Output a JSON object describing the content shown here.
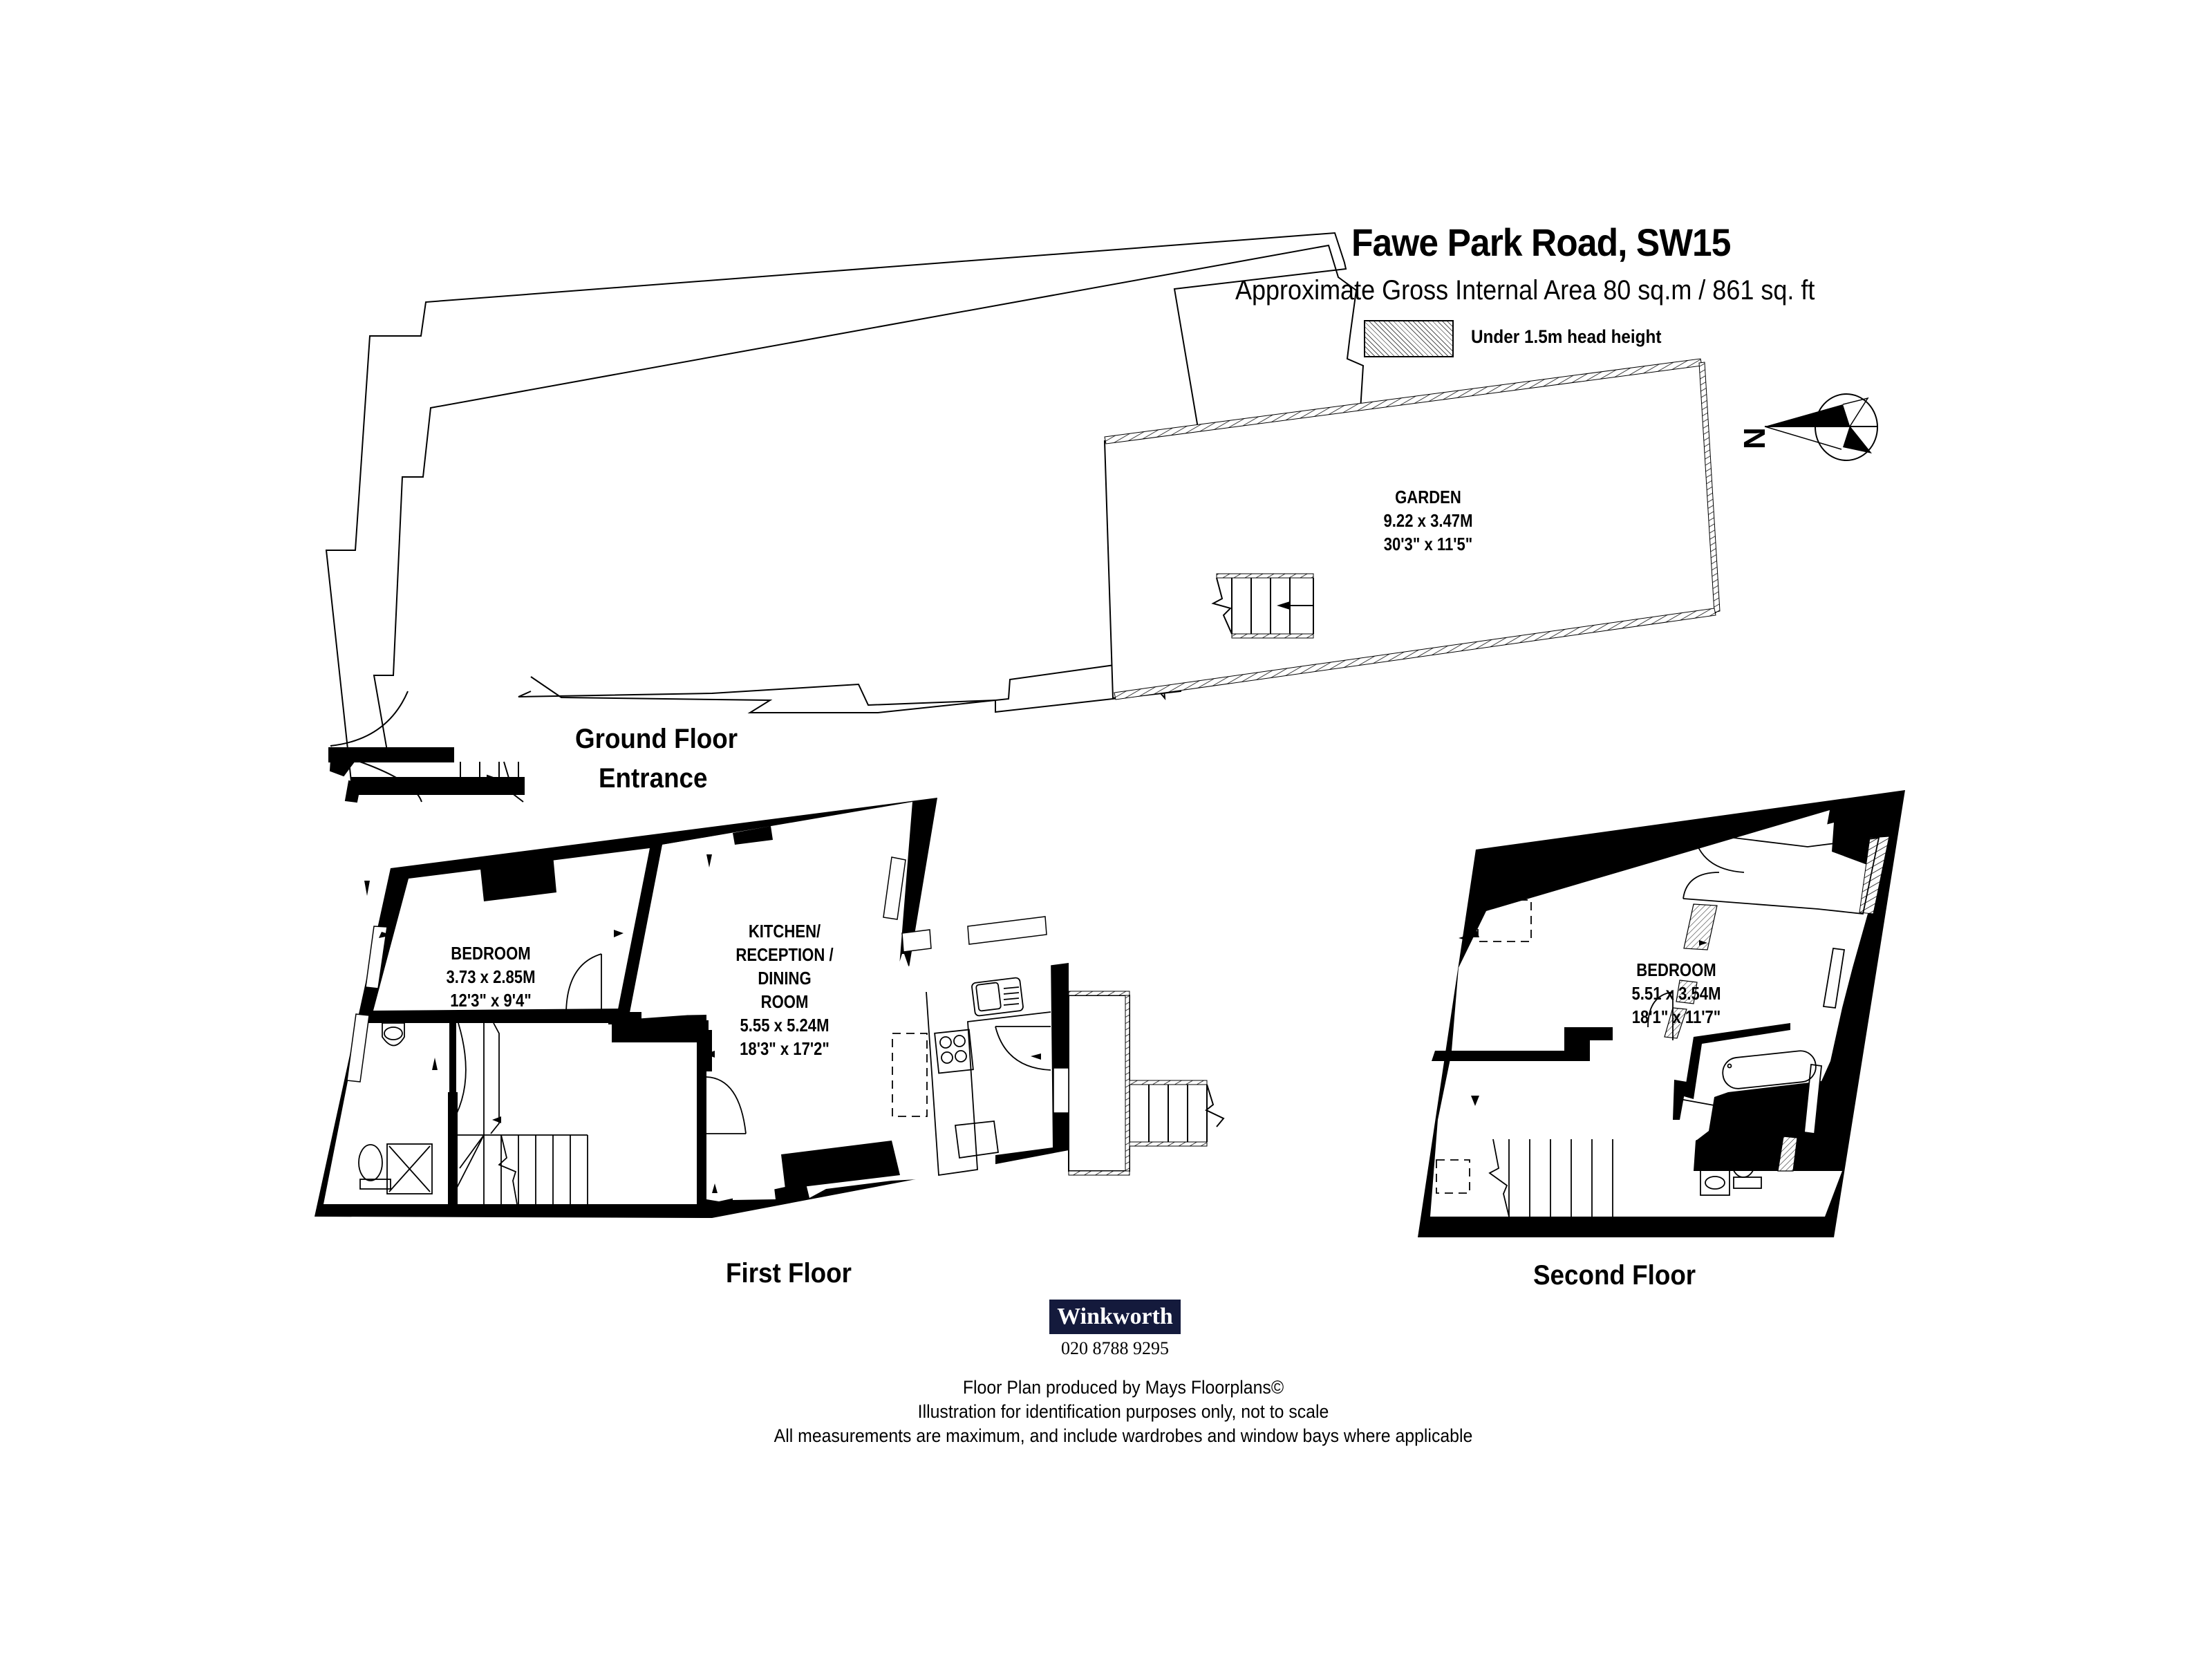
{
  "header": {
    "title": "Fawe Park Road, SW15",
    "area": "Approximate Gross Internal Area 80 sq.m  /  861 sq. ft",
    "legend_label": "Under 1.5m head height"
  },
  "compass": {
    "label": "N"
  },
  "floors": {
    "ground": {
      "label_line1": "Ground Floor",
      "label_line2": "Entrance",
      "rooms": [
        {
          "name": "GARDEN",
          "metric": "9.22 x 3.47M",
          "imperial": "30'3\" x 11'5\""
        }
      ]
    },
    "first": {
      "label": "First Floor",
      "rooms": [
        {
          "name": "BEDROOM",
          "metric": "3.73 x 2.85M",
          "imperial": "12'3\" x 9'4\""
        },
        {
          "name_lines": [
            "KITCHEN/",
            "RECEPTION /",
            "DINING",
            "ROOM"
          ],
          "metric": "5.55 x 5.24M",
          "imperial": "18'3\" x 17'2\""
        }
      ]
    },
    "second": {
      "label": "Second Floor",
      "rooms": [
        {
          "name": "BEDROOM",
          "metric": "5.51 x 3.54M",
          "imperial": "18'1\" x 11'7\""
        }
      ]
    }
  },
  "agent": {
    "name": "Winkworth",
    "phone": "020 8788 9295",
    "brand_color": "#141a3c"
  },
  "footer": {
    "line1": "Floor Plan produced by Mays Floorplans©",
    "line2": "Illustration for identification purposes only, not to scale",
    "line3": "All measurements are maximum, and include wardrobes and window bays where applicable"
  }
}
